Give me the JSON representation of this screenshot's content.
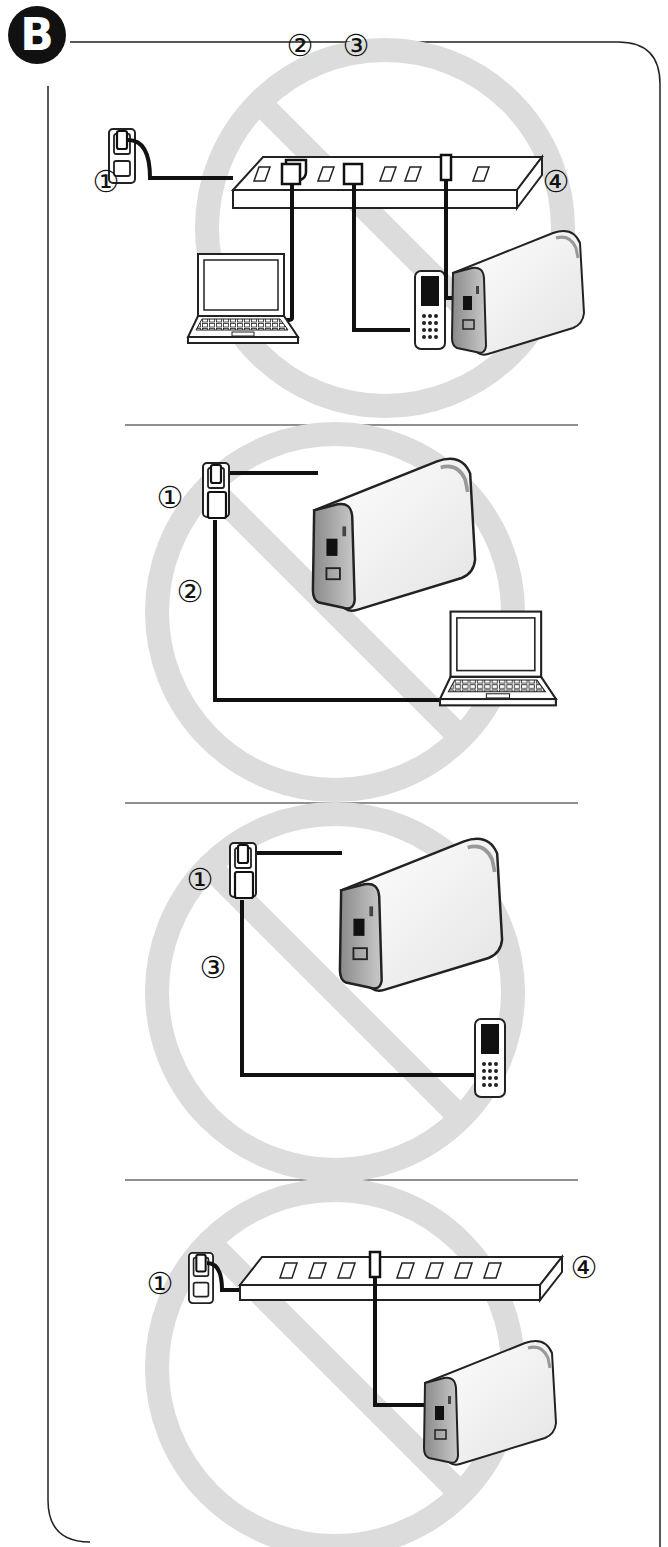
{
  "diagram": {
    "title": "B",
    "labels": [
      "①",
      "②",
      "③",
      "④",
      "①",
      "②",
      "①",
      "③",
      "①",
      "④"
    ]
  }
}
